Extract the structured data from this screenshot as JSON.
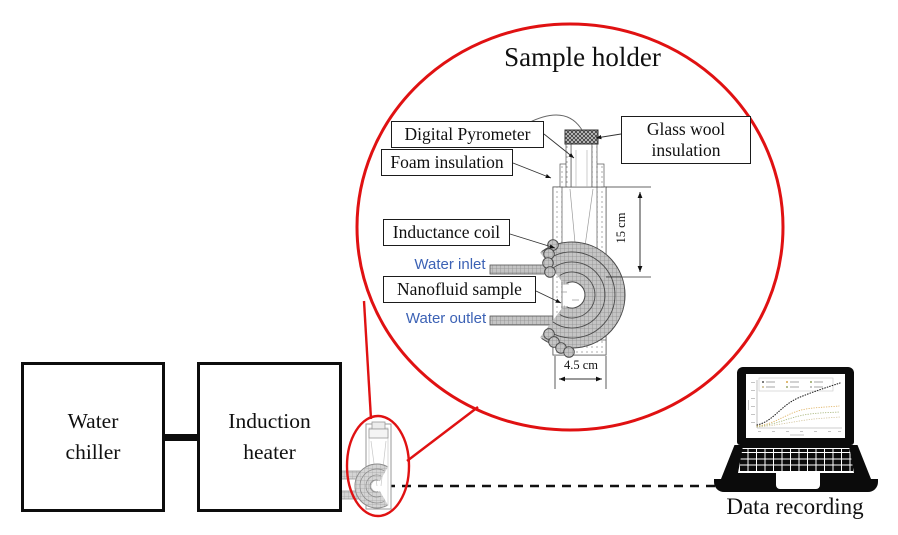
{
  "colors": {
    "accent_red": "#e01112",
    "water_label_blue": "#3c62b5",
    "line_black": "#111111"
  },
  "magnified_view": {
    "title": "Sample holder",
    "labels": {
      "digital_pyrometer": "Digital Pyrometer",
      "foam_insulation": "Foam insulation",
      "glass_wool_line1": "Glass wool",
      "glass_wool_line2": "insulation",
      "inductance_coil": "Inductance coil",
      "water_inlet": "Water inlet",
      "nanofluid_sample": "Nanofluid sample",
      "water_outlet": "Water outlet"
    },
    "dimensions": {
      "height": "15 cm",
      "width": "4.5 cm"
    }
  },
  "equipment": {
    "water_chiller_line1": "Water",
    "water_chiller_line2": "chiller",
    "induction_heater_line1": "Induction",
    "induction_heater_line2": "heater"
  },
  "laptop": {
    "caption": "Data recording",
    "screen_chart": {
      "type": "scatter",
      "note": "thumbnail chart with legend box, black dotted rising curve and faint yellow/green/tan flattening curves",
      "series_colors": [
        "#222222",
        "#d9a648",
        "#93a55e",
        "#c9b98a"
      ]
    }
  }
}
